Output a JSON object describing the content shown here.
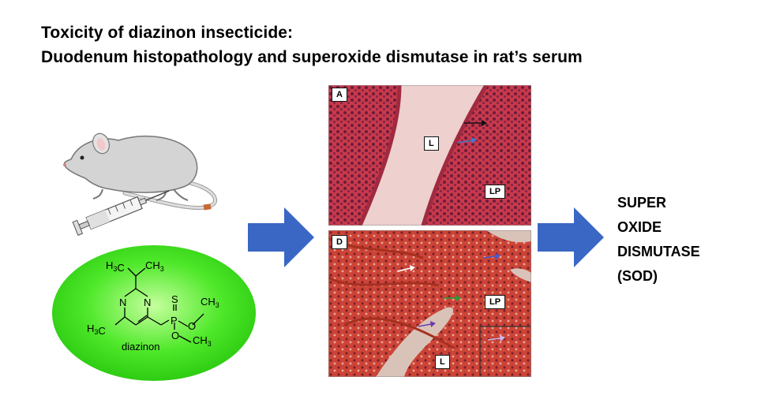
{
  "title": {
    "line1": "Toxicity of diazinon insecticide:",
    "line2": "Duodenum histopathology and superoxide dismutase in rat’s serum"
  },
  "molecule": {
    "name": "diazinon",
    "atoms": {
      "h3c_top": "H3C",
      "ch3_top": "CH3",
      "n_left": "N",
      "n_right": "N",
      "s": "S",
      "p": "P",
      "o_right": "O",
      "o_bottom": "O",
      "ch3_right": "CH3",
      "ch3_bottom": "CH3",
      "h3c_left": "H3C"
    },
    "fill_color": "#39e61e"
  },
  "panels": [
    {
      "id": "A",
      "labels": [
        "L",
        "LP"
      ]
    },
    {
      "id": "D",
      "labels": [
        "LP",
        "L"
      ]
    }
  ],
  "result": {
    "lines": [
      "SUPER",
      "OXIDE",
      "DISMUTASE",
      "(SOD)"
    ]
  },
  "colors": {
    "arrow": "#3a67c4",
    "tissue": "#c8394a"
  }
}
